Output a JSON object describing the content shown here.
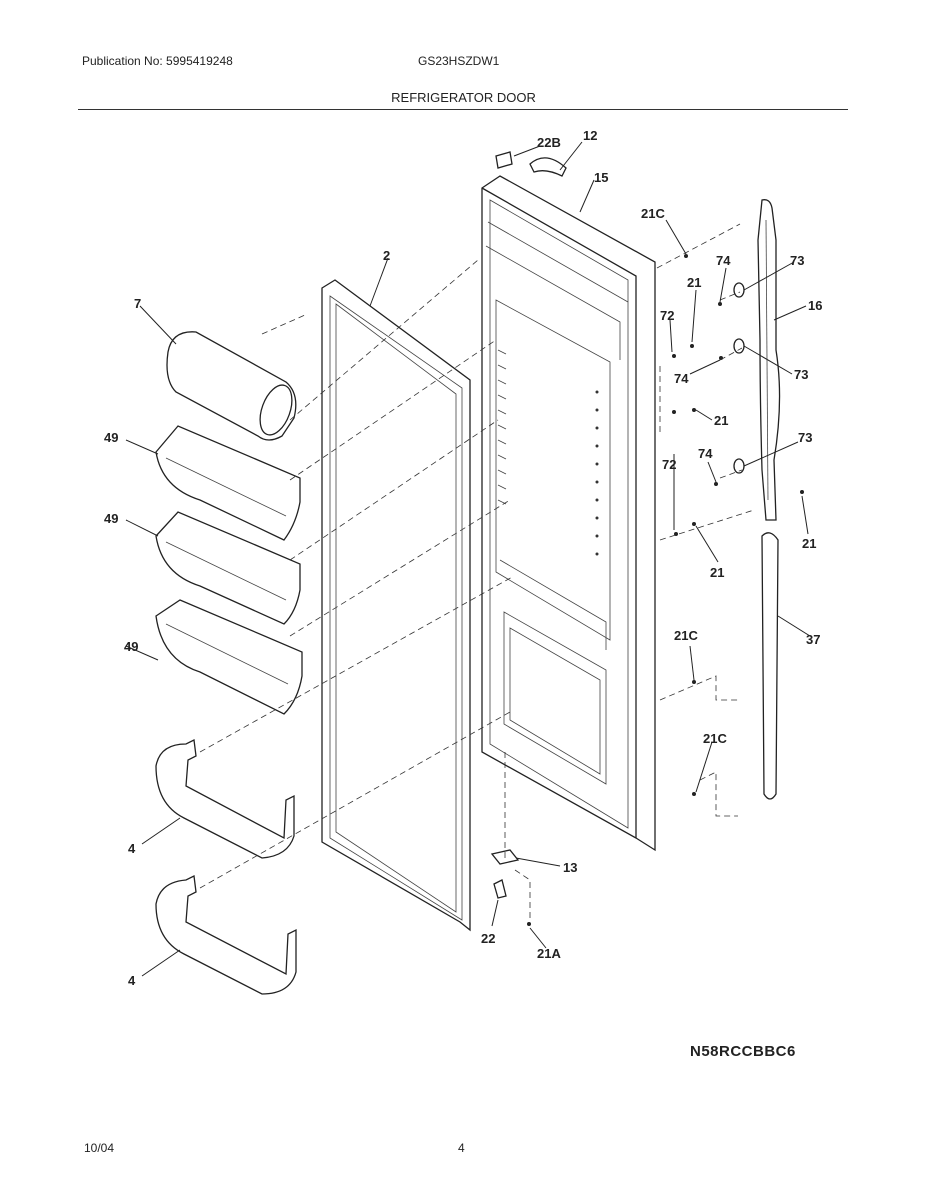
{
  "header": {
    "publication": "Publication No: 5995419248",
    "model": "GS23HSZDW1",
    "section_title": "REFRIGERATOR DOOR"
  },
  "callouts": [
    {
      "id": "22b",
      "label": "22B"
    },
    {
      "id": "12",
      "label": "12"
    },
    {
      "id": "15",
      "label": "15"
    },
    {
      "id": "2",
      "label": "2"
    },
    {
      "id": "7",
      "label": "7"
    },
    {
      "id": "49-top",
      "label": "49"
    },
    {
      "id": "49-mid",
      "label": "49"
    },
    {
      "id": "49-bot",
      "label": "49"
    },
    {
      "id": "4-top",
      "label": "4"
    },
    {
      "id": "4-bot",
      "label": "4"
    },
    {
      "id": "21c-top",
      "label": "21C"
    },
    {
      "id": "21-a",
      "label": "21"
    },
    {
      "id": "74-a",
      "label": "74"
    },
    {
      "id": "73-a",
      "label": "73"
    },
    {
      "id": "16",
      "label": "16"
    },
    {
      "id": "72-a",
      "label": "72"
    },
    {
      "id": "74-b",
      "label": "74"
    },
    {
      "id": "73-b",
      "label": "73"
    },
    {
      "id": "21-b",
      "label": "21"
    },
    {
      "id": "72-b",
      "label": "72"
    },
    {
      "id": "74-c",
      "label": "74"
    },
    {
      "id": "73-c",
      "label": "73"
    },
    {
      "id": "21-c",
      "label": "21"
    },
    {
      "id": "21-d",
      "label": "21"
    },
    {
      "id": "37",
      "label": "37"
    },
    {
      "id": "21c-mid",
      "label": "21C"
    },
    {
      "id": "21c-bot",
      "label": "21C"
    },
    {
      "id": "13",
      "label": "13"
    },
    {
      "id": "22",
      "label": "22"
    },
    {
      "id": "21a",
      "label": "21A"
    }
  ],
  "diagram_code": "N58RCCBBC6",
  "footer": {
    "date": "10/04",
    "page": "4"
  }
}
